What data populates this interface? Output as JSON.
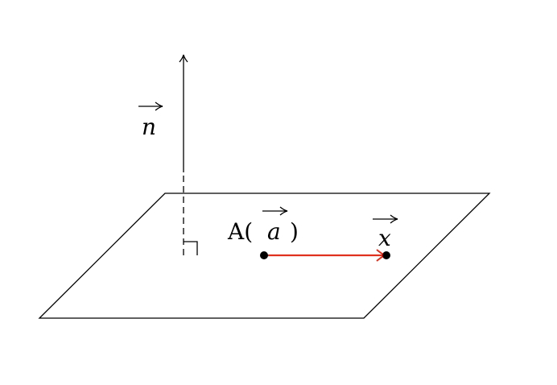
{
  "labels": {
    "normal": "n",
    "point_prefix": "A(",
    "point_vector": "a",
    "point_suffix": ")",
    "vector_x": "x"
  },
  "colors": {
    "line": "#000000",
    "arrow": "#e0301e"
  }
}
